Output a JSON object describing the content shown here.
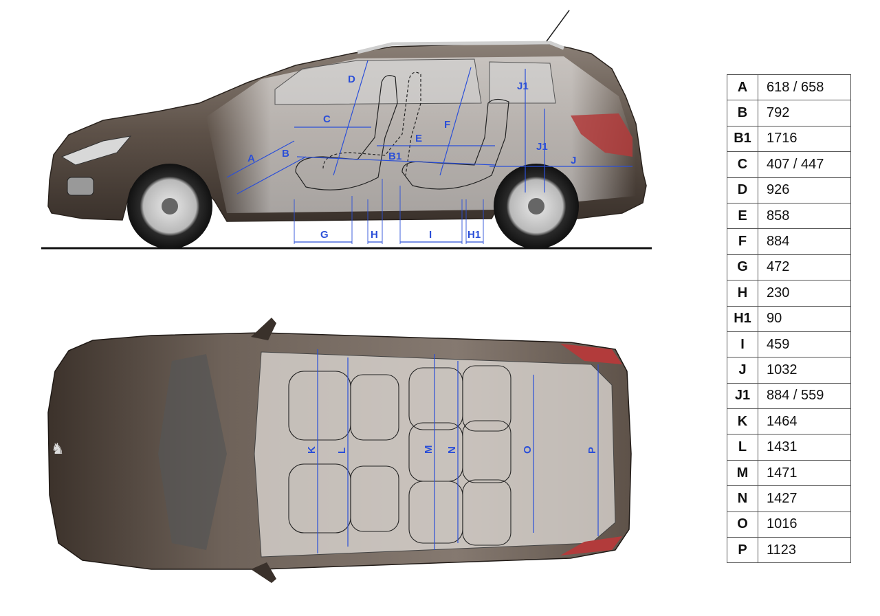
{
  "diagram_labels": {
    "side": [
      "A",
      "B",
      "C",
      "D",
      "E",
      "F",
      "B1",
      "J1",
      "J1",
      "J",
      "G",
      "H",
      "I",
      "H1"
    ],
    "top": [
      "K",
      "L",
      "M",
      "N",
      "O",
      "P"
    ]
  },
  "colors": {
    "dimension_blue": "#2b4fd8",
    "body_bronze": "#4a3f37",
    "ground_line": "#111111"
  },
  "dimensions": [
    {
      "code": "A",
      "value": "618 / 658"
    },
    {
      "code": "B",
      "value": "792"
    },
    {
      "code": "B1",
      "value": "1716"
    },
    {
      "code": "C",
      "value": "407 / 447"
    },
    {
      "code": "D",
      "value": "926"
    },
    {
      "code": "E",
      "value": "858"
    },
    {
      "code": "F",
      "value": "884"
    },
    {
      "code": "G",
      "value": "472"
    },
    {
      "code": "H",
      "value": "230"
    },
    {
      "code": "H1",
      "value": "90"
    },
    {
      "code": "I",
      "value": "459"
    },
    {
      "code": "J",
      "value": "1032"
    },
    {
      "code": "J1",
      "value": "884 / 559"
    },
    {
      "code": "K",
      "value": "1464"
    },
    {
      "code": "L",
      "value": "1431"
    },
    {
      "code": "M",
      "value": "1471"
    },
    {
      "code": "N",
      "value": "1427"
    },
    {
      "code": "O",
      "value": "1016"
    },
    {
      "code": "P",
      "value": "1123"
    }
  ]
}
